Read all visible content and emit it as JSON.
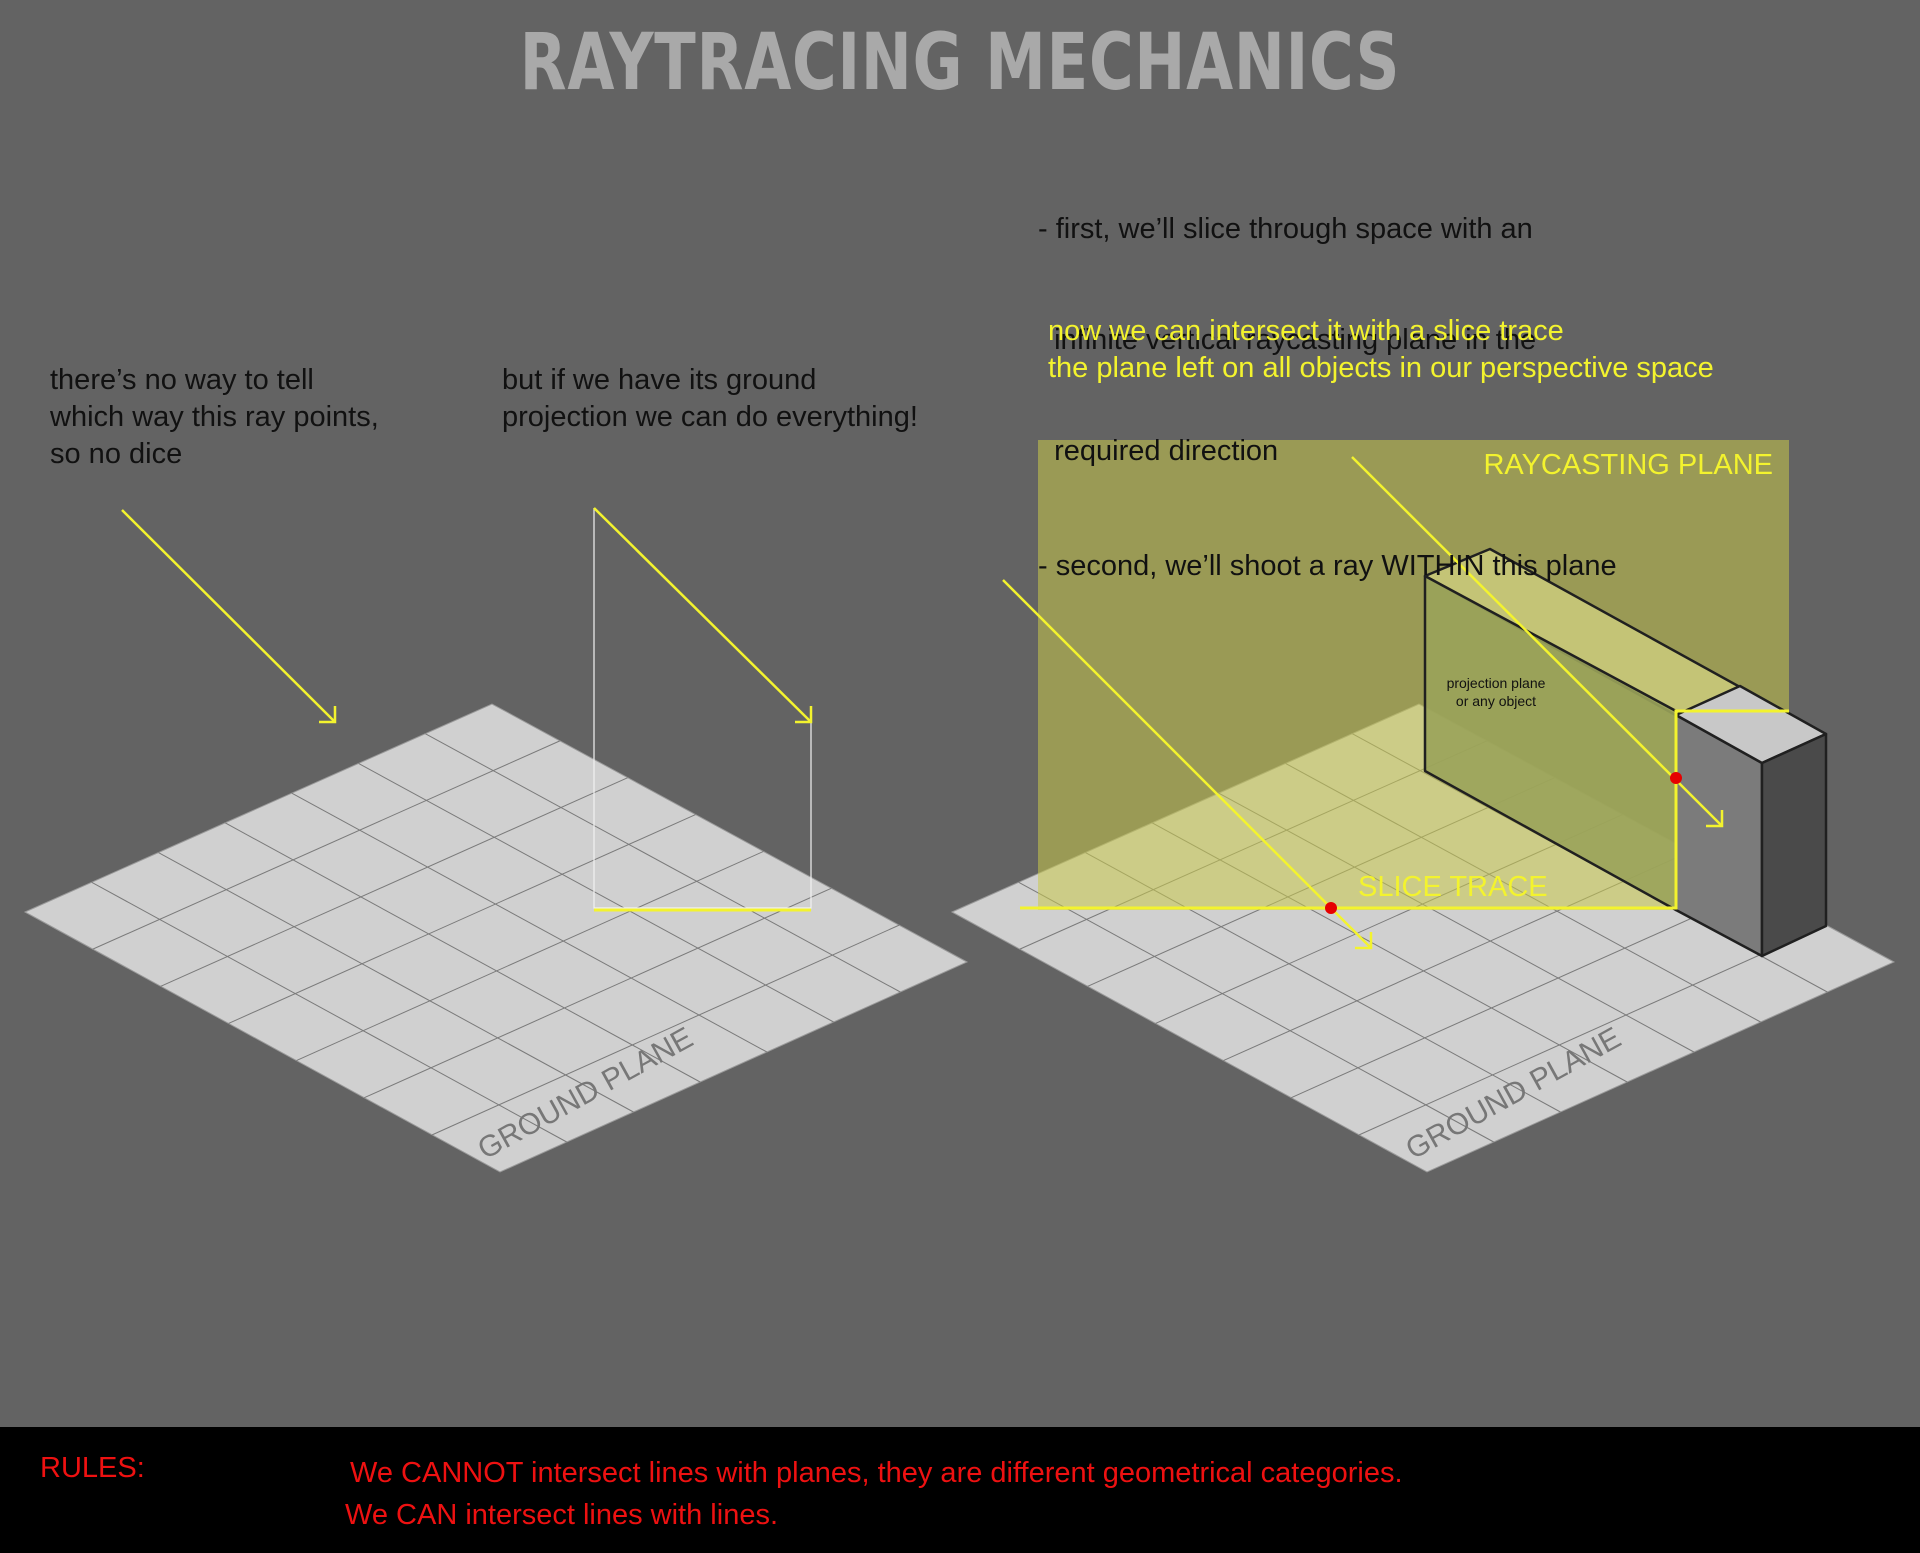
{
  "title": "RAYTRACING MECHANICS",
  "captions": {
    "left": [
      "there’s no way to tell",
      "which way this ray points,",
      "so no dice"
    ],
    "middle": [
      "but if we have its ground",
      "projection we can do everything!"
    ],
    "steps": [
      "- first, we’ll slice through space with an",
      "  infinite vertical raycasting plane in the",
      "  required direction",
      "- second, we’ll shoot a ray WITHIN this plane"
    ],
    "intersect": [
      "now we can intersect it with a slice trace",
      "the plane left on all objects in our perspective space"
    ]
  },
  "labels": {
    "ground_plane": "GROUND PLANE",
    "raycasting_plane": "RAYCASTING PLANE",
    "slice_trace": "SLICE TRACE",
    "object_line1": "projection plane",
    "object_line2": "or any object"
  },
  "rules": {
    "label": "RULES:",
    "lines": [
      "We CANNOT intersect lines with planes, they are different geometrical categories.",
      "We CAN intersect lines with lines."
    ]
  },
  "colors": {
    "background": "#636363",
    "ground": "#d0d0d0",
    "ray": "#f3f32e",
    "plane": "#c8c84a",
    "intersection": "#e60000",
    "rules": "#e11111"
  }
}
